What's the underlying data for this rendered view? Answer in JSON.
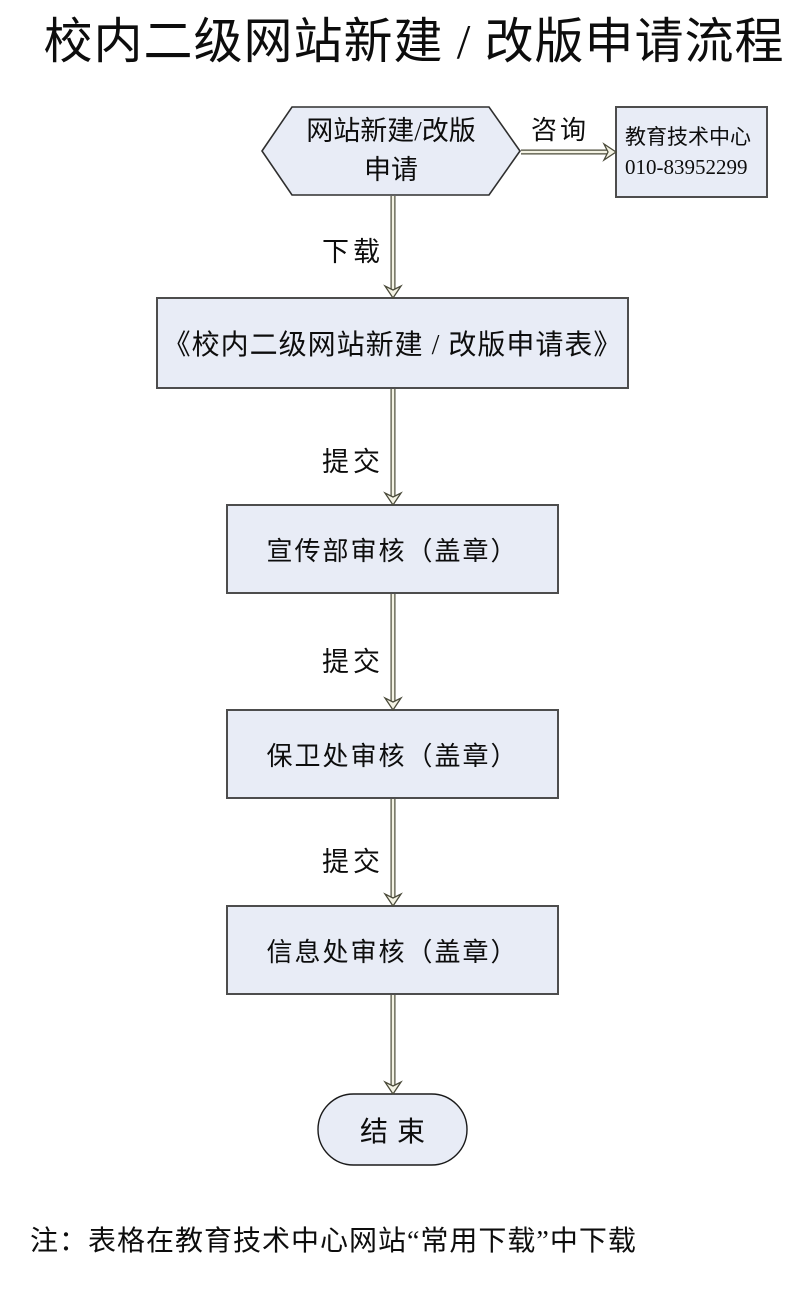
{
  "title": "校内二级网站新建 / 改版申请流程",
  "colors": {
    "node_fill": "#e8ecf6",
    "node_border": "#4d4d4d",
    "arrow_stroke": "#4b4b3a",
    "arrow_fill": "#f4f3e4"
  },
  "flowchart": {
    "start": {
      "line1": "网站新建/改版",
      "line2": "申请"
    },
    "contact": {
      "name": "教育技术中心",
      "phone": "010-83952299"
    },
    "form": "《校内二级网站新建 / 改版申请表》",
    "steps": [
      "宣传部审核（盖章）",
      "保卫处审核（盖章）",
      "信息处审核（盖章）"
    ],
    "end": "结束",
    "labels": {
      "consult": "咨询",
      "download": "下载",
      "submit": "提交"
    }
  },
  "note": "注：表格在教育技术中心网站“常用下载”中下载"
}
